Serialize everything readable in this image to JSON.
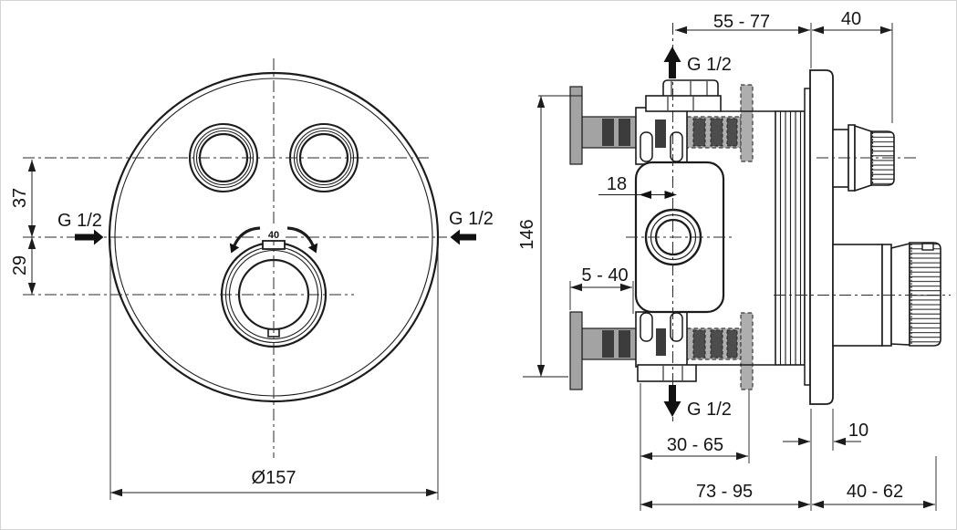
{
  "front_view": {
    "diameter": "Ø157",
    "dim_top_offset": "37",
    "dim_bottom_offset": "29",
    "inlet_left": "G 1/2",
    "inlet_right": "G 1/2",
    "temp_stop": "40"
  },
  "side_view": {
    "dim_depth_range": "55 - 77",
    "dim_handle_depth": "40",
    "outlet_top": "G 1/2",
    "outlet_bottom": "G 1/2",
    "dim_center_offset": "18",
    "dim_height": "146",
    "dim_wall_range": "5 - 40",
    "dim_recess_range": "30 - 65",
    "dim_plate_thickness": "10",
    "dim_total_range": "73 - 95",
    "dim_front_range": "40 - 62"
  }
}
